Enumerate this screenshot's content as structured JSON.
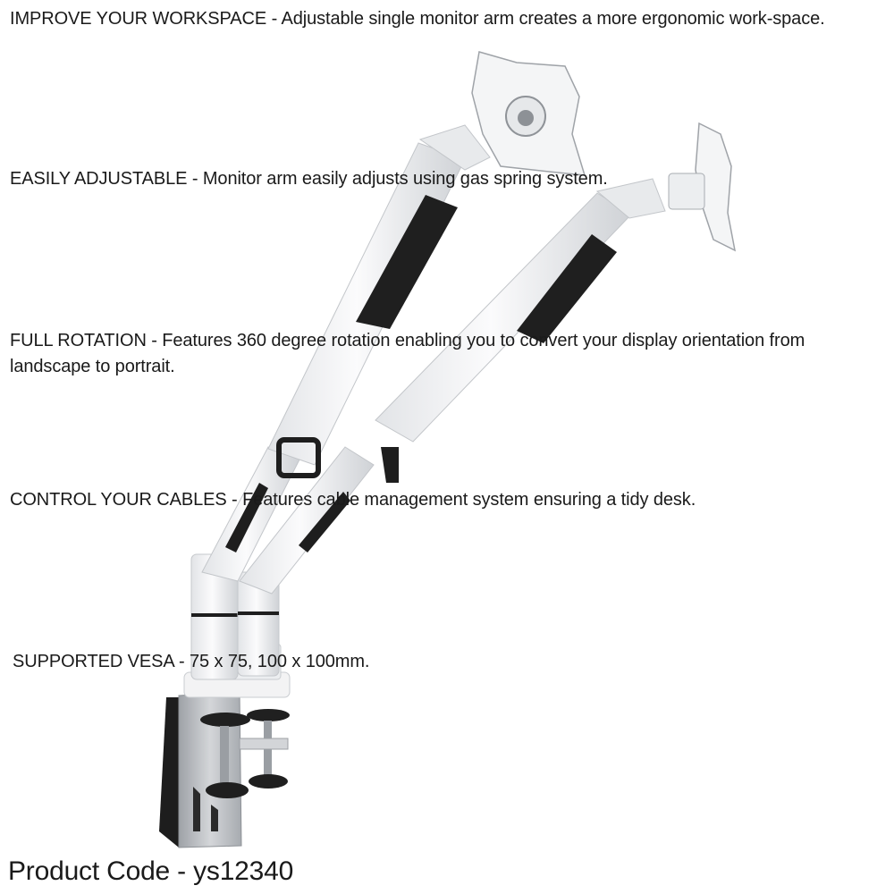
{
  "features": [
    {
      "text": "IMPROVE YOUR WORKSPACE - Adjustable single monitor arm creates a more ergonomic work-space."
    },
    {
      "text": "EASILY ADJUSTABLE - Monitor arm easily adjusts using gas spring system."
    },
    {
      "text": "FULL ROTATION - Features 360 degree rotation enabling you to convert your display orientation from landscape to portrait."
    },
    {
      "text": "CONTROL YOUR CABLES - Features cable management system ensuring a tidy desk."
    },
    {
      "text": "SUPPORTED VESA - 75 x 75, 100 x 100mm."
    }
  ],
  "product_code": "Product Code - ys12340",
  "colors": {
    "arm_white": "#f2f3f4",
    "arm_shadow": "#c9ccd0",
    "cable_cover": "#1e1e1e",
    "clamp_steel": "#b8bbbf",
    "text": "#1a1a1a"
  }
}
